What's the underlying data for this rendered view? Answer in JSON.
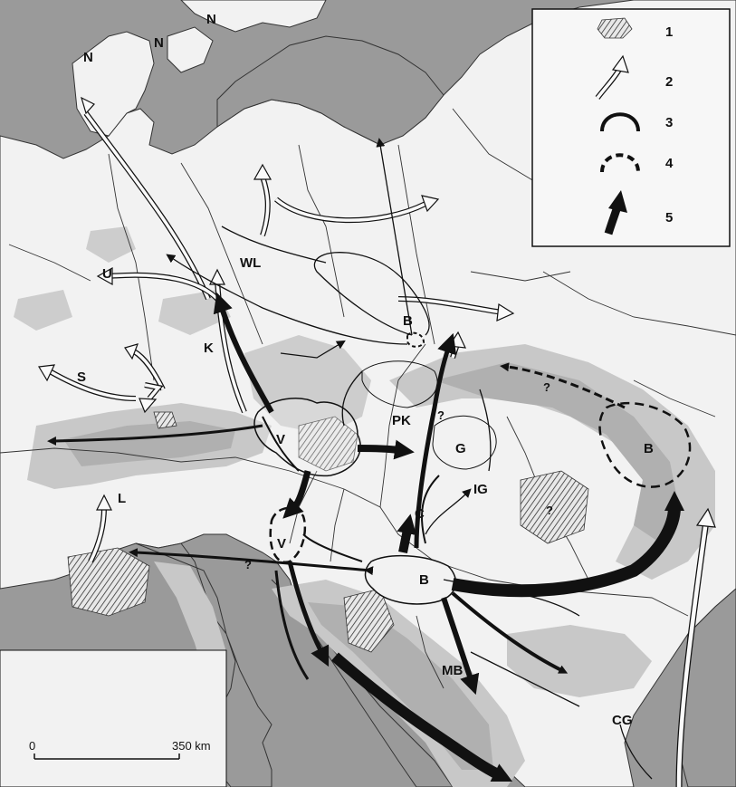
{
  "map": {
    "region_labels": [
      {
        "id": "n1",
        "text": "N"
      },
      {
        "id": "n2",
        "text": "N"
      },
      {
        "id": "n3",
        "text": "N"
      },
      {
        "id": "u",
        "text": "U"
      },
      {
        "id": "wl",
        "text": "WL"
      },
      {
        "id": "k",
        "text": "K"
      },
      {
        "id": "s",
        "text": "S"
      },
      {
        "id": "l",
        "text": "L"
      },
      {
        "id": "v1",
        "text": "V"
      },
      {
        "id": "v2",
        "text": "V"
      },
      {
        "id": "b1",
        "text": "B"
      },
      {
        "id": "b2",
        "text": "B"
      },
      {
        "id": "b3",
        "text": "B"
      },
      {
        "id": "pk",
        "text": "PK"
      },
      {
        "id": "g",
        "text": "G"
      },
      {
        "id": "ig",
        "text": "IG"
      },
      {
        "id": "c",
        "text": "C"
      },
      {
        "id": "mb",
        "text": "MB"
      },
      {
        "id": "cg",
        "text": "CG"
      },
      {
        "id": "q1",
        "text": "?"
      },
      {
        "id": "q2",
        "text": "?"
      },
      {
        "id": "q3",
        "text": "?"
      },
      {
        "id": "q4",
        "text": "?"
      }
    ],
    "legend": {
      "items": [
        {
          "number": "1",
          "symbol": "hatched-area-icon"
        },
        {
          "number": "2",
          "symbol": "hollow-arrow-icon"
        },
        {
          "number": "3",
          "symbol": "solid-arc-icon"
        },
        {
          "number": "4",
          "symbol": "dashed-arc-icon"
        },
        {
          "number": "5",
          "symbol": "solid-arrow-icon"
        }
      ]
    },
    "scale": {
      "start": "0",
      "end": "350 km"
    },
    "colors": {
      "sea": "#9a9a9a",
      "land": "#f2f2f2",
      "relief_low": "#d6d6d6",
      "relief_high": "#b8b8b8",
      "ink": "#111111"
    }
  }
}
